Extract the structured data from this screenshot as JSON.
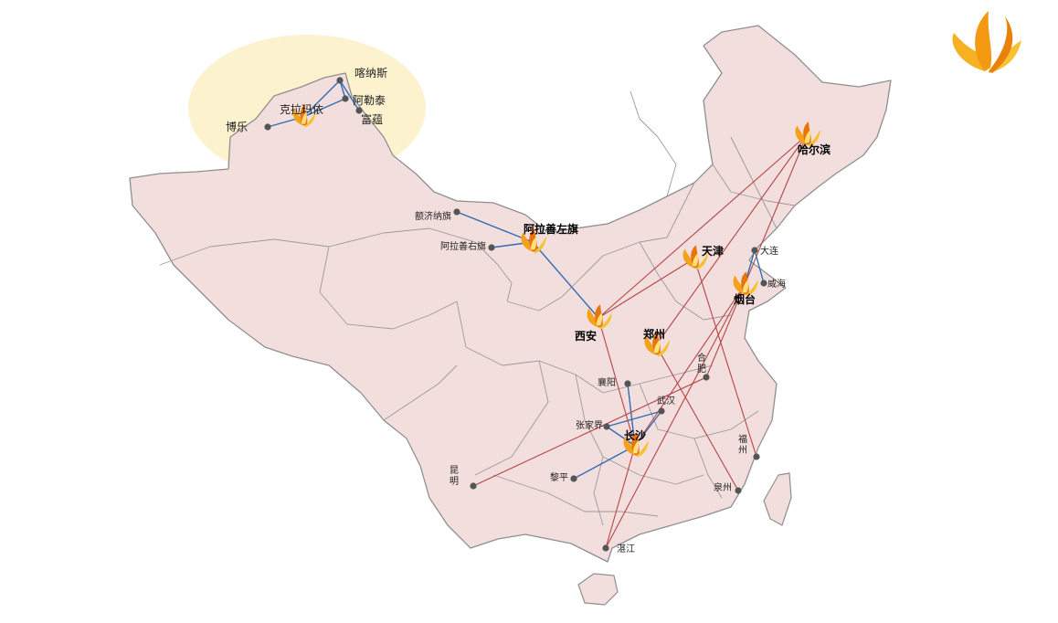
{
  "colors": {
    "land": "#f3dede",
    "border": "#8f8f8f",
    "route_blue": "#2f6db5",
    "route_red": "#b54545",
    "highlight": "#fbf0c6",
    "dot": "#555555"
  },
  "icons": {
    "hub_marker": "flame-icon",
    "city_marker": "dot",
    "logo": "flame-logo-icon"
  },
  "cities": [
    {
      "id": "bole",
      "name": "博乐",
      "type": "minor"
    },
    {
      "id": "kelamayi",
      "name": "克拉玛依",
      "type": "hub-small"
    },
    {
      "id": "kanasi",
      "name": "喀纳斯",
      "type": "minor"
    },
    {
      "id": "aletai",
      "name": "阿勒泰",
      "type": "minor"
    },
    {
      "id": "fuyun",
      "name": "富蕴",
      "type": "minor"
    },
    {
      "id": "ejina",
      "name": "额济纳旗",
      "type": "minor"
    },
    {
      "id": "alashanyou",
      "name": "阿拉善右旗",
      "type": "minor"
    },
    {
      "id": "alashanzuo",
      "name": "阿拉善左旗",
      "type": "hub"
    },
    {
      "id": "xian",
      "name": "西安",
      "type": "hub"
    },
    {
      "id": "zhengzhou",
      "name": "郑州",
      "type": "hub"
    },
    {
      "id": "tianjin",
      "name": "天津",
      "type": "hub"
    },
    {
      "id": "harbin",
      "name": "哈尔滨",
      "type": "hub"
    },
    {
      "id": "dalian",
      "name": "大连",
      "type": "minor"
    },
    {
      "id": "weihai",
      "name": "威海",
      "type": "minor"
    },
    {
      "id": "yantai",
      "name": "烟台",
      "type": "hub"
    },
    {
      "id": "hefei",
      "name": "合肥",
      "type": "minor"
    },
    {
      "id": "xiangyang",
      "name": "襄阳",
      "type": "minor"
    },
    {
      "id": "wuhan",
      "name": "武汉",
      "type": "minor"
    },
    {
      "id": "zhangjiajie",
      "name": "张家界",
      "type": "minor"
    },
    {
      "id": "changsha",
      "name": "长沙",
      "type": "hub"
    },
    {
      "id": "fuzhou",
      "name": "福州",
      "type": "minor"
    },
    {
      "id": "quanzhou",
      "name": "泉州",
      "type": "minor"
    },
    {
      "id": "kunming",
      "name": "昆明",
      "type": "minor"
    },
    {
      "id": "liping",
      "name": "黎平",
      "type": "minor"
    },
    {
      "id": "zhanjiang",
      "name": "湛江",
      "type": "minor"
    }
  ],
  "routes": [
    {
      "from": "kelamayi",
      "to": "bole",
      "color": "blue"
    },
    {
      "from": "kelamayi",
      "to": "kanasi",
      "color": "blue"
    },
    {
      "from": "kelamayi",
      "to": "aletai",
      "color": "blue"
    },
    {
      "from": "kanasi",
      "to": "fuyun",
      "color": "blue"
    },
    {
      "from": "kanasi",
      "to": "aletai",
      "color": "blue"
    },
    {
      "from": "alashanzuo",
      "to": "ejina",
      "color": "blue"
    },
    {
      "from": "alashanzuo",
      "to": "alashanyou",
      "color": "blue"
    },
    {
      "from": "alashanzuo",
      "to": "xian",
      "color": "blue"
    },
    {
      "from": "dalian",
      "to": "yantai",
      "color": "blue"
    },
    {
      "from": "weihai",
      "to": "dalian",
      "color": "blue"
    },
    {
      "from": "changsha",
      "to": "xiangyang",
      "color": "blue"
    },
    {
      "from": "changsha",
      "to": "wuhan",
      "color": "blue"
    },
    {
      "from": "changsha",
      "to": "zhangjiajie",
      "color": "blue"
    },
    {
      "from": "changsha",
      "to": "liping",
      "color": "blue"
    },
    {
      "from": "zhangjiajie",
      "to": "wuhan",
      "color": "blue"
    },
    {
      "from": "xian",
      "to": "tianjin",
      "color": "red"
    },
    {
      "from": "xian",
      "to": "harbin",
      "color": "red"
    },
    {
      "from": "xian",
      "to": "changsha",
      "color": "red"
    },
    {
      "from": "harbin",
      "to": "zhengzhou",
      "color": "red"
    },
    {
      "from": "harbin",
      "to": "hefei",
      "color": "red"
    },
    {
      "from": "tianjin",
      "to": "fuzhou",
      "color": "red"
    },
    {
      "from": "yantai",
      "to": "changsha",
      "color": "red"
    },
    {
      "from": "yantai",
      "to": "zhanjiang",
      "color": "red"
    },
    {
      "from": "zhengzhou",
      "to": "quanzhou",
      "color": "red"
    },
    {
      "from": "changsha",
      "to": "zhanjiang",
      "color": "red"
    },
    {
      "from": "kunming",
      "to": "hefei",
      "color": "red"
    }
  ]
}
